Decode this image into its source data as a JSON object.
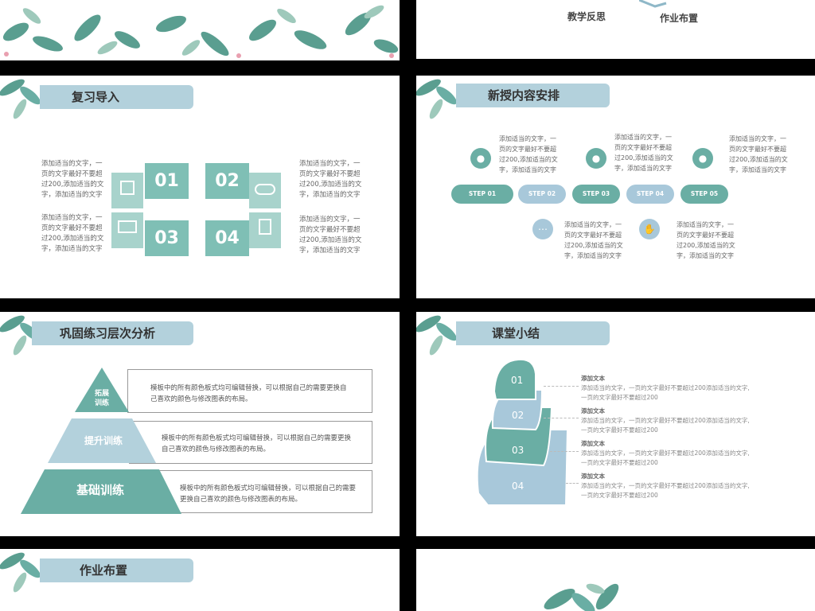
{
  "slide_top_right": {
    "label_left": "教学反思",
    "label_right": "作业布置"
  },
  "slide_review": {
    "title": "复习导入",
    "numbers": [
      "01",
      "02",
      "03",
      "04"
    ],
    "text_tl": [
      "添加适当的文字，一",
      "页的文字最好不要超",
      "过200,添加适当的文",
      "字，添加适当的文字"
    ],
    "text_bl": [
      "添加适当的文字，一",
      "页的文字最好不要超",
      "过200,添加适当的文",
      "字，添加适当的文字"
    ],
    "text_tr": [
      "添加适当的文字，一",
      "页的文字最好不要超",
      "过200,添加适当的文",
      "字，添加适当的文字"
    ],
    "text_br": [
      "添加适当的文字，一",
      "页的文字最好不要超",
      "过200,添加适当的文",
      "字，添加适当的文字"
    ]
  },
  "slide_new": {
    "title": "新授内容安排",
    "steps": [
      "STEP 01",
      "STEP 02",
      "STEP 03",
      "STEP 04",
      "STEP 05"
    ],
    "texts_top": [
      [
        "添加适当的文字，一",
        "页的文字最好不要超",
        "过200,添加适当的文",
        "字，添加适当的文字"
      ],
      [
        "添加适当的文字，一",
        "页的文字最好不要超",
        "过200,添加适当的文",
        "字，添加适当的文字"
      ],
      [
        "添加适当的文字，一",
        "页的文字最好不要超",
        "过200,添加适当的文",
        "字，添加适当的文字"
      ]
    ],
    "texts_bottom": [
      [
        "添加适当的文字，一",
        "页的文字最好不要超",
        "过200,添加适当的文",
        "字，添加适当的文字"
      ],
      [
        "添加适当的文字，一",
        "页的文字最好不要超",
        "过200,添加适当的文",
        "字，添加适当的文字"
      ]
    ]
  },
  "slide_pyramid": {
    "title": "巩固练习层次分析",
    "levels": [
      "拓展训练",
      "提升训练",
      "基础训练"
    ],
    "level_top_lines": [
      "拓展",
      "训练"
    ],
    "desc": [
      [
        "模板中的所有颜色板式均可编辑替换，可以根据自己的需要更换自",
        "己喜欢的颜色与修改图表的布局。"
      ],
      [
        "模板中的所有颜色板式均可编辑替换，可以根据自己的需要更换",
        "自己喜欢的颜色与修改图表的布局。"
      ],
      [
        "模板中的所有颜色板式均可编辑替换，可以根据自己的需要",
        "更换自己喜欢的颜色与修改图表的布局。"
      ]
    ]
  },
  "slide_summary": {
    "title": "课堂小结",
    "numbers": [
      "01",
      "02",
      "03",
      "04"
    ],
    "item_title": "添加文本",
    "item_lines": [
      "添加适当的文字，一页的文字最好不要超过200添加适当的文字,",
      "一页的文字最好不要超过200"
    ]
  },
  "slide_homework": {
    "title": "作业布置"
  },
  "colors": {
    "teal": "#6aaea4",
    "lightblue": "#a8c8da",
    "titlebar": "#b3d1dc"
  }
}
